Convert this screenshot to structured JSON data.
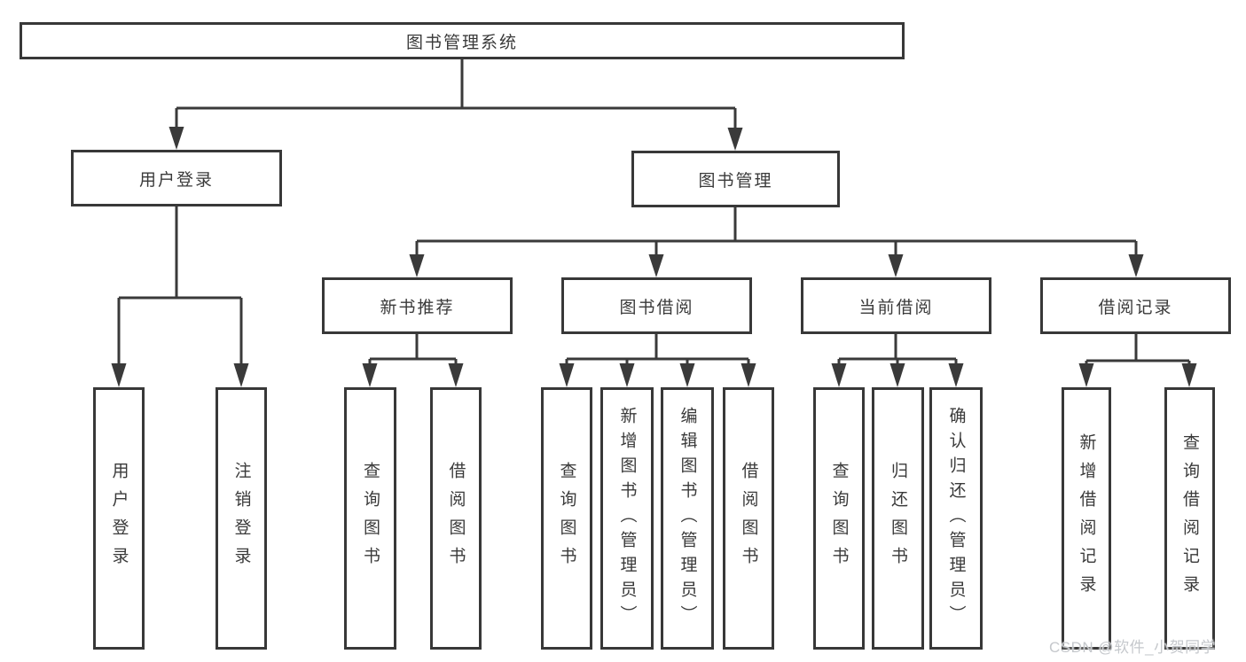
{
  "diagram": {
    "root": {
      "label": "图书管理系统"
    },
    "branches": [
      {
        "label": "用户登录",
        "children": [
          "用户登录",
          "注销登录"
        ]
      },
      {
        "label": "图书管理",
        "groups": [
          {
            "label": "新书推荐",
            "children": [
              "查询图书",
              "借阅图书"
            ]
          },
          {
            "label": "图书借阅",
            "children": [
              "查询图书",
              "新增图书（管理员）",
              "编辑图书（管理员）",
              "借阅图书"
            ]
          },
          {
            "label": "当前借阅",
            "children": [
              "查询图书",
              "归还图书",
              "确认归还（管理员）"
            ]
          },
          {
            "label": "借阅记录",
            "children": [
              "新增借阅记录",
              "查询借阅记录"
            ]
          }
        ]
      }
    ],
    "line_color": "#3a3a3a"
  },
  "watermark": {
    "text": "CSDN @软件_小贺同学"
  }
}
